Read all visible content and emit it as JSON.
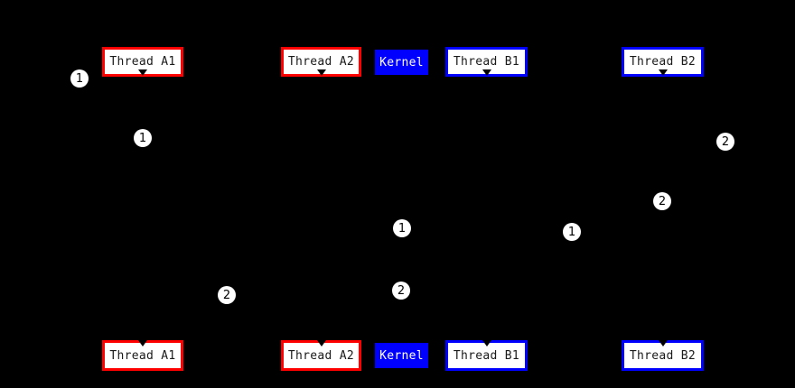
{
  "diagram": {
    "description": "Thread and kernel lock-ordering diagram with numbered steps",
    "background_color": "#000000",
    "colors": {
      "thread_a_border": "#ff0000",
      "thread_b_border": "#0000ff",
      "kernel_fill": "#0000ff",
      "kernel_text": "#ffffff",
      "box_fill": "#ffffff",
      "box_text": "#1a1a1a",
      "marker_fill": "#ffffff",
      "marker_text": "#000000"
    },
    "top_row": {
      "thread_a1": "Thread A1",
      "thread_a2": "Thread A2",
      "kernel": "Kernel",
      "thread_b1": "Thread B1",
      "thread_b2": "Thread B2"
    },
    "bottom_row": {
      "thread_a1": "Thread A1",
      "thread_a2": "Thread A2",
      "kernel": "Kernel",
      "thread_b1": "Thread B1",
      "thread_b2": "Thread B2"
    },
    "markers": [
      {
        "step": "1"
      },
      {
        "step": "1"
      },
      {
        "step": "2"
      },
      {
        "step": "2"
      },
      {
        "step": "1"
      },
      {
        "step": "1"
      },
      {
        "step": "2"
      },
      {
        "step": "2"
      }
    ]
  }
}
